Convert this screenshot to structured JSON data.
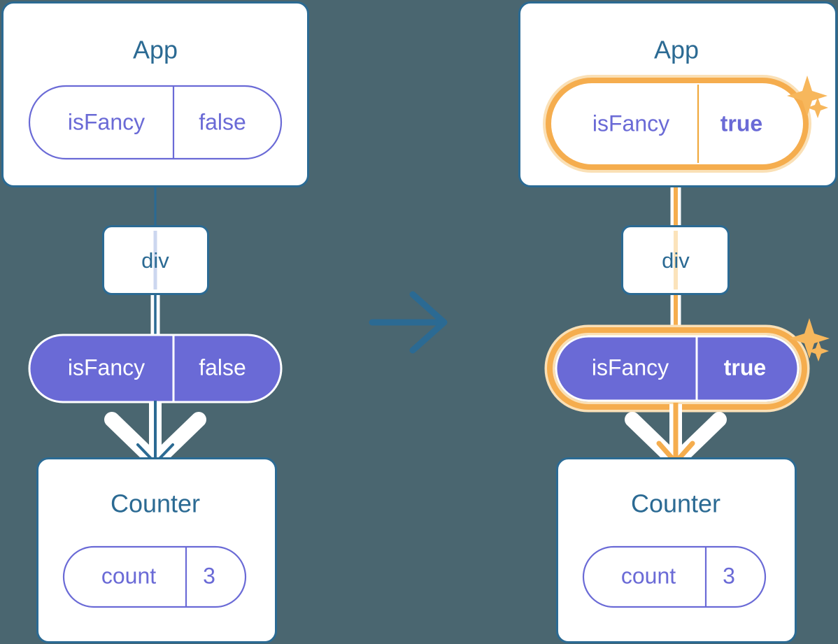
{
  "meta": {
    "background_color": "#4a6670",
    "title": "React state update propagation diagram"
  },
  "colors": {
    "card_border": "#2b6a93",
    "card_fill": "#ffffff",
    "label_blue": "#2b6a93",
    "pill_purple": "#6a6ad6",
    "pill_purple_fill": "#6a6ad6",
    "highlight_orange": "#f5ad4e",
    "highlight_glow": "#fae0b6",
    "arrow_blue": "#2b6a93",
    "arrow_casing_white": "#ffffff",
    "line_blue_light": "#ccd7ef",
    "line_orange_light": "#fbe3bb"
  },
  "transition_arrow": {
    "icon": "arrow-right-icon",
    "direction": "right",
    "color": "#2b6a93"
  },
  "panels": [
    {
      "id": "before",
      "side": "left",
      "app": {
        "label": "App",
        "state_pill": {
          "name": "isFancy",
          "value": "false",
          "style": "outline",
          "highlighted": false,
          "bold_value": false
        }
      },
      "div": {
        "label": "div",
        "line_color": "#ccd7ef"
      },
      "props_pill": {
        "name": "isFancy",
        "value": "false",
        "style": "filled",
        "highlighted": false,
        "bold_value": false
      },
      "counter": {
        "label": "Counter",
        "state_pill": {
          "name": "count",
          "value": "3",
          "style": "outline",
          "highlighted": false,
          "bold_value": false
        }
      },
      "flow_arrow_color": "#2b6a93",
      "sparkles": false
    },
    {
      "id": "after",
      "side": "right",
      "app": {
        "label": "App",
        "state_pill": {
          "name": "isFancy",
          "value": "true",
          "style": "outline",
          "highlighted": true,
          "bold_value": true
        }
      },
      "div": {
        "label": "div",
        "line_color": "#fbe3bb"
      },
      "props_pill": {
        "name": "isFancy",
        "value": "true",
        "style": "filled",
        "highlighted": true,
        "bold_value": true
      },
      "counter": {
        "label": "Counter",
        "state_pill": {
          "name": "count",
          "value": "3",
          "style": "outline",
          "highlighted": false,
          "bold_value": false
        }
      },
      "flow_arrow_color": "#f5ad4e",
      "sparkles": true
    }
  ]
}
